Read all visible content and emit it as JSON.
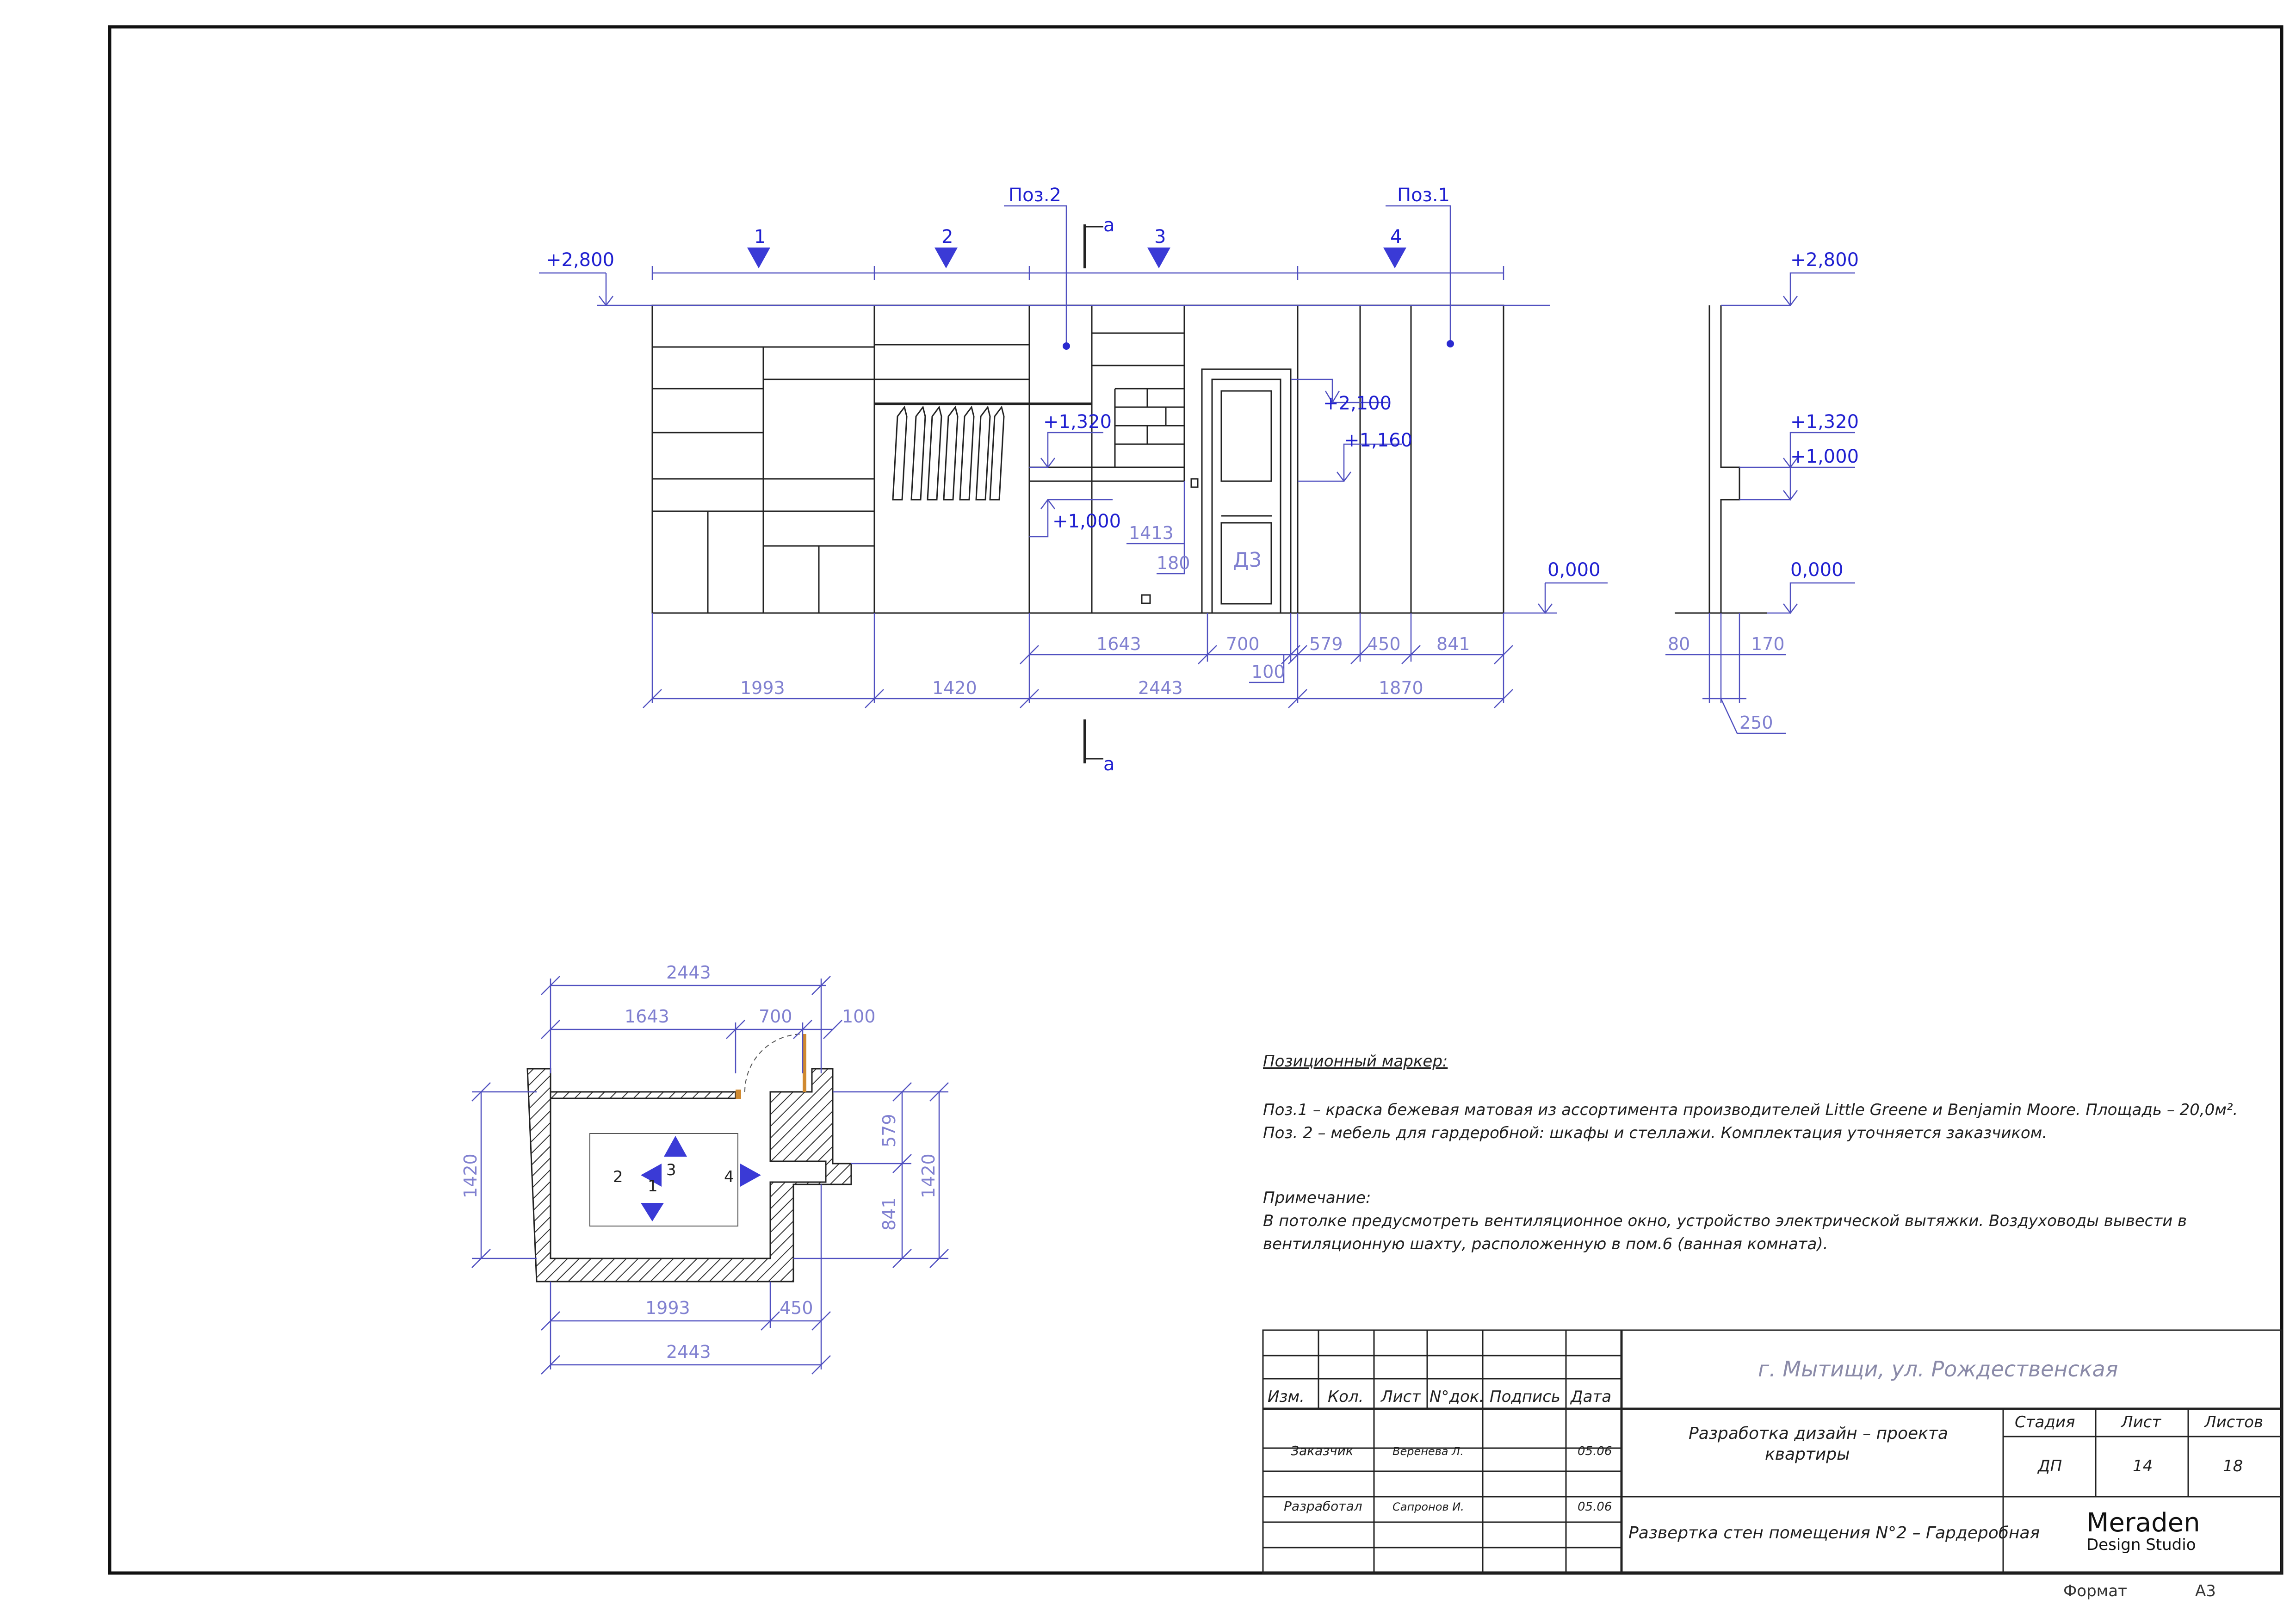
{
  "elevation": {
    "zones": [
      "1",
      "2",
      "3",
      "4"
    ],
    "pos2": "Поз.2",
    "pos1": "Поз.1",
    "section_mark": "а",
    "levels": {
      "top": "+2,800",
      "l2100": "+2,100",
      "l1320": "+1,320",
      "l1160": "+1,160",
      "l1000": "+1,000",
      "zero": "0,000"
    },
    "door_label": "Д3",
    "dims_row1": [
      "1643",
      "700",
      "579",
      "450",
      "841"
    ],
    "dims_row2": [
      "1993",
      "1420",
      "2443",
      "1870"
    ],
    "dims_mid": [
      "1413",
      "180",
      "100"
    ]
  },
  "section": {
    "levels": {
      "top": "+2,800",
      "l1320": "+1,320",
      "l1000": "+1,000",
      "zero": "0,000"
    },
    "dims": [
      "80",
      "170",
      "250"
    ]
  },
  "plan": {
    "dims_top": [
      "2443",
      "1643",
      "700",
      "100"
    ],
    "dims_bottom": [
      "1993",
      "450",
      "2443"
    ],
    "dims_left": [
      "1420"
    ],
    "dims_right": [
      "579",
      "841",
      "1420"
    ],
    "markers": [
      "1",
      "2",
      "3",
      "4"
    ]
  },
  "notes": {
    "heading": "Позиционный маркер:",
    "pos1": "Поз.1 – краска бежевая матовая из ассортимента производителей Little Greene и Benjamin Moore. Площадь – 20,0м².",
    "pos2": "Поз. 2 – мебель для гардеробной: шкафы и стеллажи. Комплектация уточняется заказчиком.",
    "remark_heading": "Примечание:",
    "remark_line1": "В потолке предусмотреть вентиляционное окно, устройство электрической вытяжки. Воздуховоды вывести в",
    "remark_line2": "вентиляционную шахту, расположенную в пом.6 (ванная комната)."
  },
  "titleblock": {
    "address": "г. Мытищи, ул. Рождественская",
    "headers": [
      "Изм.",
      "Кол.",
      "Лист",
      "N°док.",
      "Подпись",
      "Дата"
    ],
    "project": "Разработка дизайн – проекта",
    "project2": "квартиры",
    "sheet_title": "Развертка стен помещения N°2 – Гардеробная",
    "stage_label": "Стадия",
    "sheet_label": "Лист",
    "sheets_label": "Листов",
    "stage": "ДП",
    "sheet": "14",
    "sheets": "18",
    "customer_role": "Заказчик",
    "customer_name": "Веренева Л.",
    "customer_date": "05.06",
    "developer_role": "Разработал",
    "developer_name": "Сапронов И.",
    "developer_date": "05.06",
    "company": "Meraden",
    "company_sub": "Design Studio",
    "format_label": "Формат",
    "format_value": "А3"
  }
}
